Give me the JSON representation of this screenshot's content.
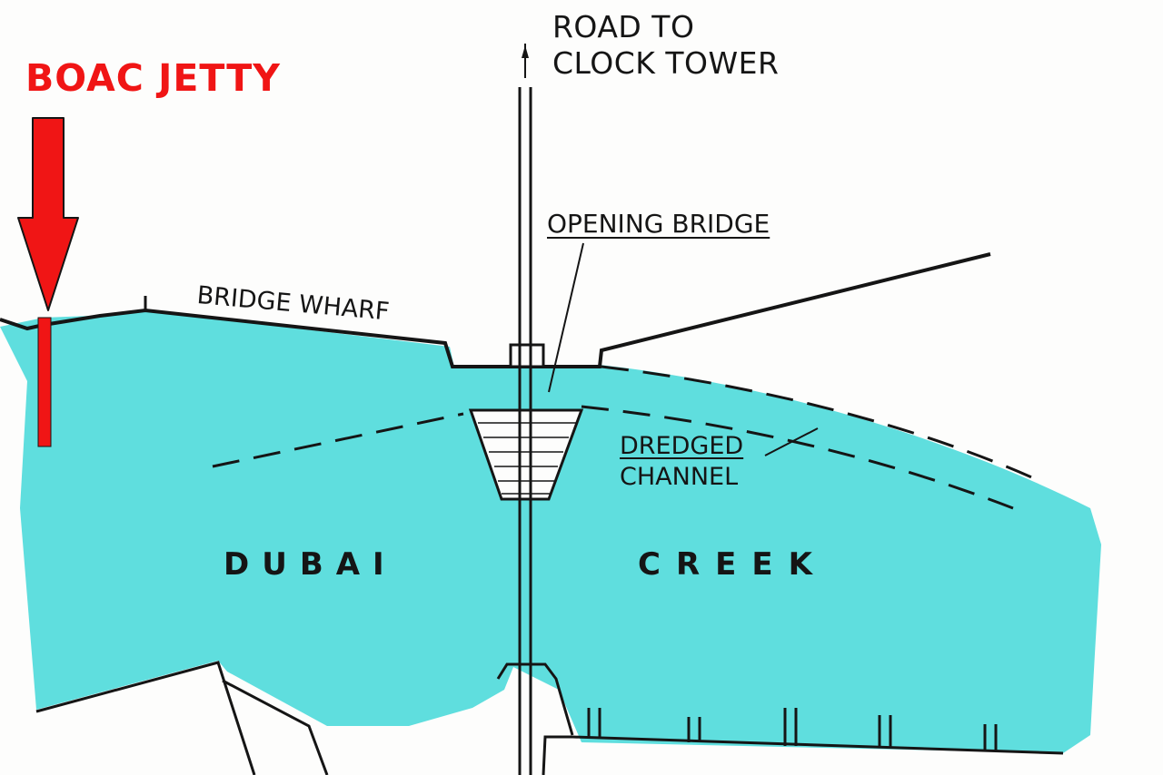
{
  "map": {
    "labels": {
      "road_line1": "ROAD TO",
      "road_line2": "CLOCK TOWER",
      "jetty": "BOAC JETTY",
      "bridge_wharf": "BRIDGE WHARF",
      "opening_bridge": "OPENING BRIDGE",
      "dredged_line1": "DREDGED",
      "dredged_line2": "CHANNEL",
      "water_left": "DUBAI",
      "water_right": "CREEK"
    },
    "colors": {
      "water": "#5fdede",
      "ink": "#151515",
      "highlight": "#f01515",
      "paper": "#fdfdfc"
    },
    "icons": {
      "jetty_marker": "down-arrow-icon",
      "road_direction": "up-arrow-icon"
    }
  }
}
